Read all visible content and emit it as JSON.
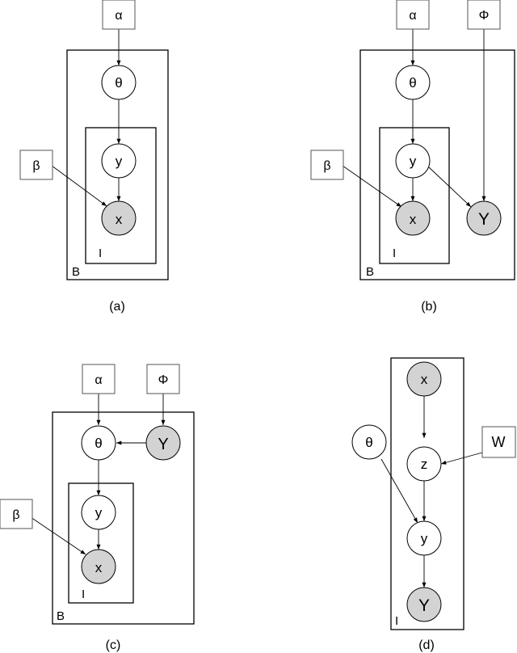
{
  "colors": {
    "observed": "#d3d3d3",
    "latent": "#ffffff"
  },
  "panels": [
    {
      "caption": "(a)",
      "plates": [
        {
          "label": "B"
        },
        {
          "label": "I"
        }
      ],
      "params": [
        {
          "label": "α"
        },
        {
          "label": "β"
        }
      ],
      "nodes": [
        {
          "label": "θ"
        },
        {
          "label": "y"
        },
        {
          "label": "x"
        }
      ]
    },
    {
      "caption": "(b)",
      "plates": [
        {
          "label": "B"
        },
        {
          "label": "I"
        }
      ],
      "params": [
        {
          "label": "α"
        },
        {
          "label": "Φ"
        },
        {
          "label": "β"
        }
      ],
      "nodes": [
        {
          "label": "θ"
        },
        {
          "label": "y"
        },
        {
          "label": "x"
        },
        {
          "label": "Y"
        }
      ]
    },
    {
      "caption": "(c)",
      "plates": [
        {
          "label": "B"
        },
        {
          "label": "I"
        }
      ],
      "params": [
        {
          "label": "α"
        },
        {
          "label": "Φ"
        },
        {
          "label": "β"
        }
      ],
      "nodes": [
        {
          "label": "θ"
        },
        {
          "label": "Y"
        },
        {
          "label": "y"
        },
        {
          "label": "x"
        }
      ]
    },
    {
      "caption": "(d)",
      "plates": [
        {
          "label": "I"
        }
      ],
      "params": [
        {
          "label": "W"
        }
      ],
      "nodes": [
        {
          "label": "x"
        },
        {
          "label": "z"
        },
        {
          "label": "θ"
        },
        {
          "label": "y"
        },
        {
          "label": "Y"
        }
      ]
    }
  ]
}
